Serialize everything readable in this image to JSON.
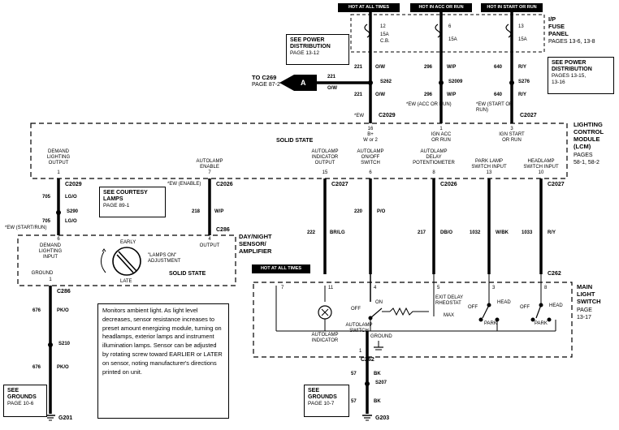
{
  "top_bars": [
    "HOT AT ALL TIMES",
    "HOT IN ACC OR RUN",
    "HOT IN START OR RUN"
  ],
  "fuse_panel": {
    "label_lines": [
      "I/P",
      "FUSE",
      "PANEL",
      "PAGES 13-6, 13-8"
    ],
    "fuses": [
      {
        "num": "12",
        "rating": "15A",
        "type": "C.B."
      },
      {
        "num": "6",
        "rating": "15A"
      },
      {
        "num": "13",
        "rating": "15A"
      }
    ]
  },
  "power_dist_left": {
    "title_lines": [
      "SEE POWER",
      "DISTRIBUTION"
    ],
    "page": "PAGE 13-12"
  },
  "power_dist_right": {
    "title_lines": [
      "SEE POWER",
      "DISTRIBUTION"
    ],
    "pages_lines": [
      "PAGES 13-15,",
      "13-16"
    ]
  },
  "to_c269": {
    "lines": [
      "TO C269",
      "PAGE 87-2"
    ],
    "marker": "A",
    "wire_num": "221",
    "wire_color": "O/W"
  },
  "upper_wires": [
    {
      "num_top": "221",
      "color_top": "O/W",
      "splice": "S262",
      "num_bot": "221",
      "color_bot": "O/W"
    },
    {
      "num_top": "296",
      "color_top": "W/P",
      "splice": "S2009",
      "num_bot": "296",
      "color_bot": "W/P",
      "note": "*EW (ACC OR RUN)"
    },
    {
      "num_top": "640",
      "color_top": "R/Y",
      "splice": "S276",
      "num_bot": "640",
      "color_bot": "R/Y",
      "note": "*EW (START OR RUN)"
    }
  ],
  "upper_connectors": {
    "c2029": "C2029",
    "c2027": "C2027",
    "ew": "*EW"
  },
  "lcm": {
    "solid_state": "SOLID STATE",
    "label_lines": [
      "LIGHTING",
      "CONTROL",
      "MODULE",
      "(LCM)",
      "PAGES",
      "58-1, 58-2"
    ],
    "top_pins": [
      {
        "pin": "16",
        "label": "B+\nW or 2"
      },
      {
        "pin": "1",
        "label": "IGN ACC\nOR RUN"
      },
      {
        "pin": "3",
        "label": "IGN START\nOR RUN"
      }
    ],
    "bottom_pins": [
      {
        "pin": "1",
        "label": "DEMAND\nLIGHTING\nOUTPUT"
      },
      {
        "pin": "7",
        "label": "AUTOLAMP\nENABLE"
      },
      {
        "pin": "15",
        "label": "AUTOLAMP\nINDICATOR\nOUTPUT"
      },
      {
        "pin": "6",
        "label": "AUTOLAMP\nON/OFF\nSWITCH"
      },
      {
        "pin": "8",
        "label": "AUTOLAMP\nDELAY\nPOTENTIOMETER"
      },
      {
        "pin": "13",
        "label": "PARK LAMP\nSWITCH INPUT"
      },
      {
        "pin": "10",
        "label": "HEADLAMP\nSWITCH INPUT"
      }
    ]
  },
  "courtesy": {
    "title_lines": [
      "SEE COURTESY",
      "LAMPS"
    ],
    "page": "PAGE 89-1"
  },
  "mid_connectors": {
    "c2029": "C2029",
    "c2026a": "C2026",
    "c2027": "C2027",
    "c2026b": "C2026",
    "c2027b": "C2027",
    "ew_enable": "*EW (ENABLE)",
    "ew_start": "*EW (START/RUN)",
    "c286": "C286",
    "c262": "C262"
  },
  "mid_wires": [
    {
      "num": "705",
      "color": "LG/O"
    },
    {
      "num": "705",
      "color": "LG/O",
      "splice": "S290"
    },
    {
      "num": "218",
      "color": "W/P"
    },
    {
      "num": "222",
      "color": "BR/LG"
    },
    {
      "num": "220",
      "color": "P/O"
    },
    {
      "num": "217",
      "color": "DB/O"
    },
    {
      "num": "1032",
      "color": "W/BK"
    },
    {
      "num": "1033",
      "color": "R/Y"
    }
  ],
  "sensor": {
    "title_lines": [
      "DAY/NIGHT",
      "SENSOR/",
      "AMPLIFIER"
    ],
    "pin6": "6",
    "pin6_label": "DEMAND\nLIGHTING\nINPUT",
    "pin1": "1",
    "pin1_label": "GROUND",
    "pin4": "4",
    "pin4_label": "OUTPUT",
    "early": "EARLY",
    "late": "LATE",
    "adjust": "\"LAMPS ON\"\nADJUSTMENT",
    "solid_state": "SOLID STATE",
    "c286": "C286"
  },
  "left_lower": {
    "wires": [
      {
        "num": "676",
        "color": "PK/O"
      },
      {
        "num": "676",
        "color": "PK/O"
      }
    ],
    "splice": "S210",
    "ground": "G201"
  },
  "grounds_left": {
    "title_lines": [
      "SEE",
      "GROUNDS"
    ],
    "page": "PAGE 10-6"
  },
  "grounds_right": {
    "title_lines": [
      "SEE",
      "GROUNDS"
    ],
    "page": "PAGE 10-7"
  },
  "note": "Monitors ambient light. As light level decreases, sensor resistance increases to preset amount energizing module, turning on headlamps, exterior lamps and instrument illumination lamps. Sensor can be adjusted by rotating screw toward EARLIER or LATER on sensor, noting manufacturer's directions printed on unit.",
  "main_switch": {
    "hot_label": "HOT AT ALL TIMES",
    "label_lines": [
      "MAIN",
      "LIGHT",
      "SWITCH",
      "PAGE",
      "13-17"
    ],
    "pins": [
      "7",
      "11",
      "4",
      "5",
      "3",
      "8"
    ],
    "autolamp_indicator": "AUTOLAMP\nINDICATOR",
    "autolamp_switch": "AUTOLAMP\nSWITCH",
    "exit_delay": "EXIT DELAY\nRHEOSTAT",
    "max": "MAX",
    "off_on": [
      "OFF",
      "ON"
    ],
    "park_head_1": [
      "OFF",
      "HEAD",
      "PARK"
    ],
    "park_head_2": [
      "OFF",
      "HEAD",
      "PARK"
    ],
    "ground": "GROUND",
    "ground_pin": "1",
    "c262": "C262"
  },
  "right_lower": {
    "wires": [
      {
        "num": "57",
        "color": "BK"
      },
      {
        "num": "57",
        "color": "BK"
      }
    ],
    "splice": "S207",
    "ground": "G203",
    "c262": "C262"
  }
}
